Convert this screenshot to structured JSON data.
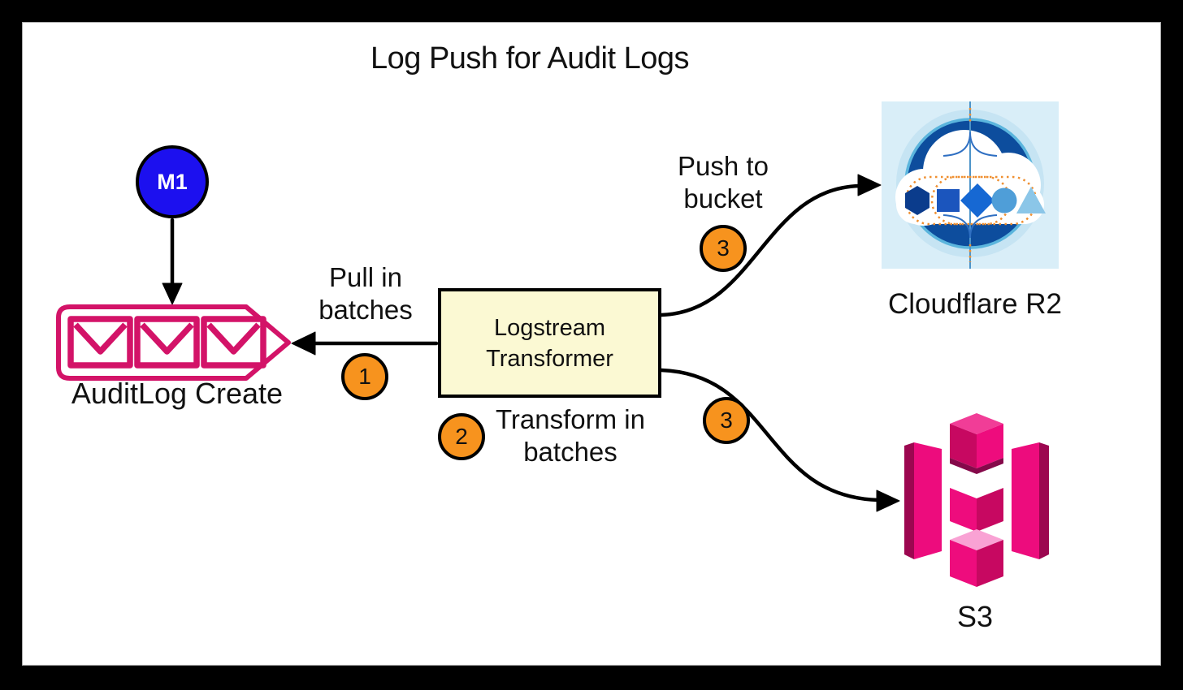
{
  "title": "Log Push for Audit Logs",
  "nodes": {
    "m1": {
      "label": "M1"
    },
    "auditlog": {
      "label": "AuditLog Create"
    },
    "transformer": {
      "line1": "Logstream",
      "line2": "Transformer"
    },
    "r2": {
      "label": "Cloudflare R2"
    },
    "s3": {
      "label": "S3"
    }
  },
  "steps": {
    "pull": {
      "number": "1",
      "line1": "Pull in",
      "line2": "batches"
    },
    "transform": {
      "number": "2",
      "line1": "Transform in",
      "line2": "batches"
    },
    "push_r2": {
      "number": "3",
      "line1": "Push to",
      "line2": "bucket"
    },
    "push_s3": {
      "number": "3"
    }
  },
  "colors": {
    "m1_blue": "#1c10ef",
    "audit_pink": "#d31368",
    "transformer_fill": "#fbf9d3",
    "badge_orange": "#f7931e",
    "s3_pink": "#ed0c7d",
    "s3_dark_pink": "#c70861",
    "s3_light_pink": "#f9a2d4",
    "r2_navy": "#0d4d9d",
    "r2_background": "#d9eef8",
    "arrow_black": "#000000"
  }
}
